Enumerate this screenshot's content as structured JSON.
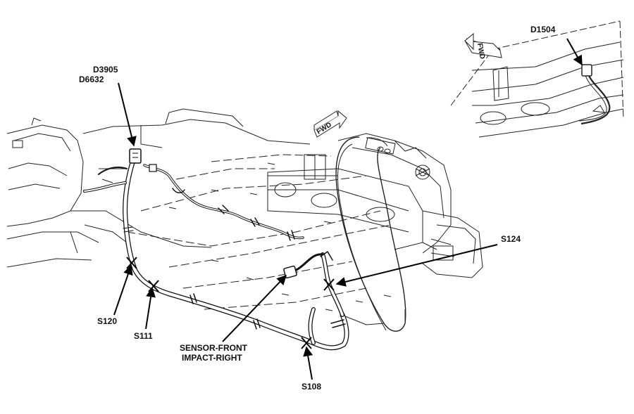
{
  "labels": {
    "d3905": "D3905",
    "d6632": "D6632",
    "d1504": "D1504",
    "s120": "S120",
    "s111": "S111",
    "s124": "S124",
    "s108": "S108",
    "sensor_line1": "SENSOR-FRONT",
    "sensor_line2": "IMPACT-RIGHT",
    "fwd_main": "FWD",
    "fwd_inset": "FWD"
  }
}
